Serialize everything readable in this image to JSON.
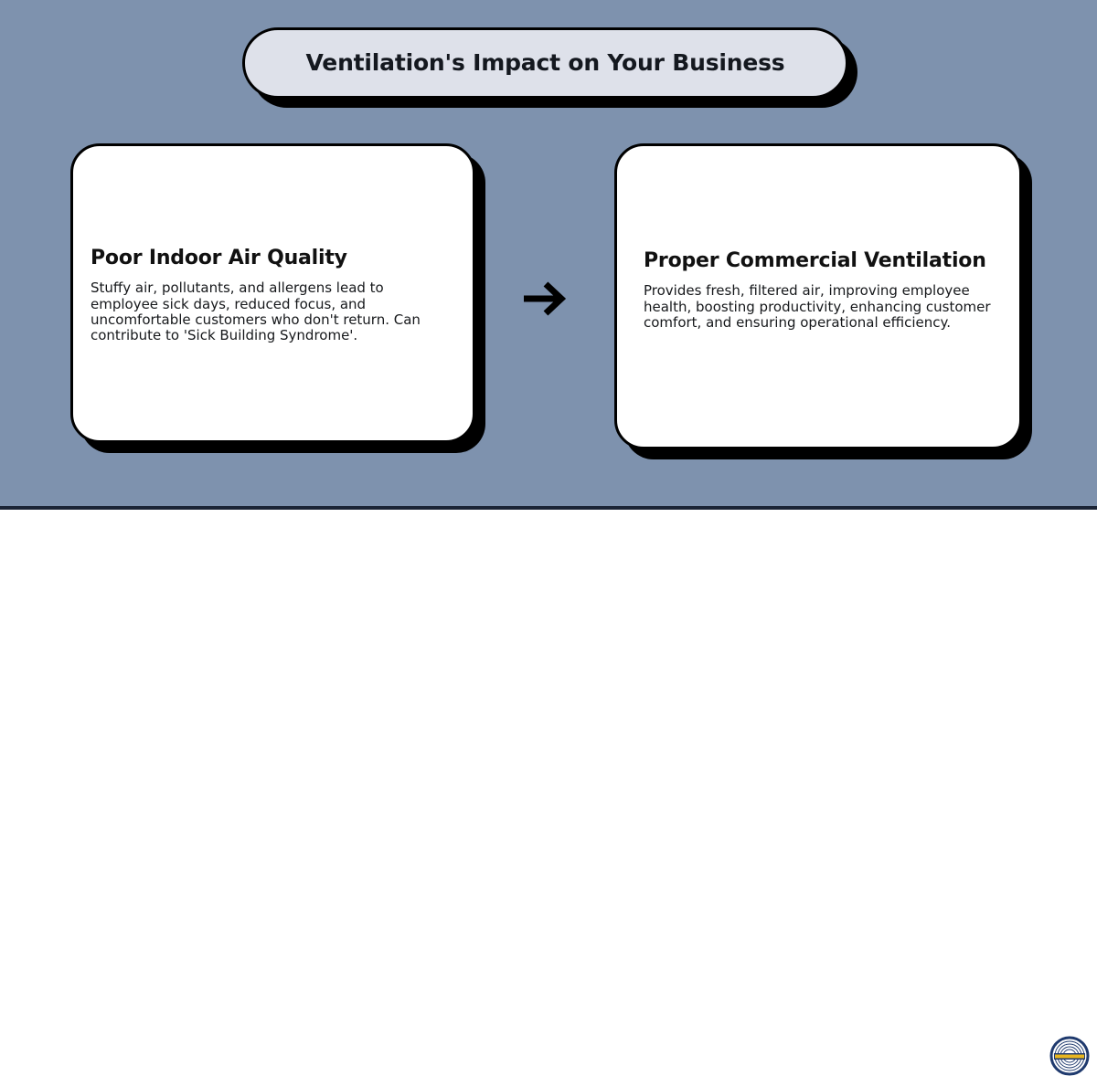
{
  "theme": {
    "background": "#7e92ae",
    "footer_background": "#ffffff",
    "divider": "#1b2436",
    "pill_fill": "#dee1ea",
    "card_fill": "#ffffff",
    "outline": "#000000",
    "logo_ring": "#1f3a6e",
    "logo_banner": "#e8b61f"
  },
  "header": {
    "title": "Ventilation's Impact on Your Business"
  },
  "cards": [
    {
      "heading": "Poor Indoor Air Quality",
      "text": "Stuffy air, pollutants, and allergens lead to employee sick days, reduced focus, and uncomfortable customers who don't return. Can contribute to 'Sick Building Syndrome'."
    },
    {
      "heading": "Proper Commercial Ventilation",
      "text": "Provides fresh, filtered air, improving employee health, boosting productivity, enhancing customer comfort, and ensuring operational efficiency."
    }
  ],
  "connector": {
    "icon": "arrow-right-icon",
    "glyph": "→"
  },
  "footer": {
    "logo": "circular-badge-logo"
  }
}
